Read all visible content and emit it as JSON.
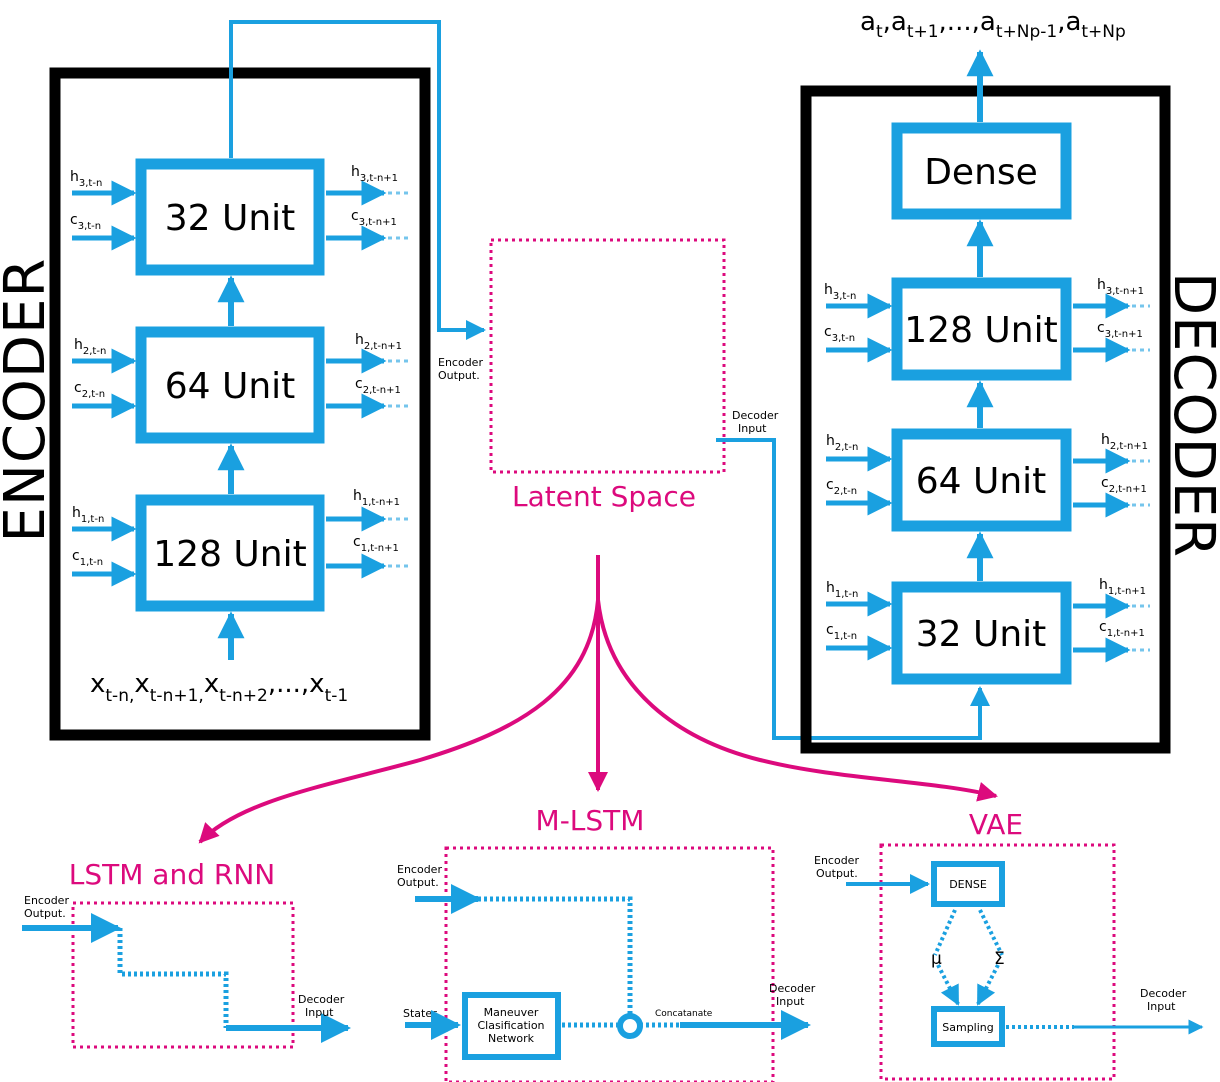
{
  "colors": {
    "blue": "#1aa0e0",
    "magenta": "#dc0a7d",
    "black": "#000000"
  },
  "encoder": {
    "title": "ENCODER",
    "layers": [
      "32 Unit",
      "64 Unit",
      "128 Unit"
    ],
    "inputs": {
      "x1": "x",
      "x1sub": "t-n,",
      "x2": "x",
      "x2sub": "t-n+1,",
      "x3": "x",
      "x3sub": "t-n+2",
      "dots": ",...,",
      "x4": "x",
      "x4sub": "t-1"
    },
    "states_in": [
      {
        "h": "h",
        "hsub": "3,t-n",
        "c": "c",
        "csub": "3,t-n"
      },
      {
        "h": "h",
        "hsub": "2,t-n",
        "c": "c",
        "csub": "2,t-n"
      },
      {
        "h": "h",
        "hsub": "1,t-n",
        "c": "c",
        "csub": "1,t-n"
      }
    ],
    "states_out": [
      {
        "h": "h",
        "hsub": "3,t-n+1",
        "c": "c",
        "csub": "3,t-n+1"
      },
      {
        "h": "h",
        "hsub": "2,t-n+1",
        "c": "c",
        "csub": "2,t-n+1"
      },
      {
        "h": "h",
        "hsub": "1,t-n+1",
        "c": "c",
        "csub": "1,t-n+1"
      }
    ]
  },
  "decoder": {
    "title": "DECODER",
    "dense": "Dense",
    "layers": [
      "128 Unit",
      "64 Unit",
      "32 Unit"
    ],
    "states_in": [
      {
        "h": "h",
        "hsub": "3,t-n",
        "c": "c",
        "csub": "3,t-n"
      },
      {
        "h": "h",
        "hsub": "2,t-n",
        "c": "c",
        "csub": "2,t-n"
      },
      {
        "h": "h",
        "hsub": "1,t-n",
        "c": "c",
        "csub": "1,t-n"
      }
    ],
    "states_out": [
      {
        "h": "h",
        "hsub": "3,t-n+1",
        "c": "c",
        "csub": "3,t-n+1"
      },
      {
        "h": "h",
        "hsub": "2,t-n+1",
        "c": "c",
        "csub": "2,t-n+1"
      },
      {
        "h": "h",
        "hsub": "1,t-n+1",
        "c": "c",
        "csub": "1,t-n+1"
      }
    ],
    "outputs": {
      "a1": "a",
      "a1sub": "t",
      "a2": ",a",
      "a2sub": "t+1",
      "dots": ",...,a",
      "a3sub": "t+Np-1",
      "a4": ",a",
      "a4sub": "t+Np"
    }
  },
  "latent": {
    "label": "Latent Space",
    "enc_out_1": "Encoder",
    "enc_out_2": "Output.",
    "dec_in_1": "Decoder",
    "dec_in_2": "Input"
  },
  "variants": {
    "lstm": {
      "title": "LSTM and RNN",
      "in_1": "Encoder",
      "in_2": "Output.",
      "out_1": "Decoder",
      "out_2": "Input"
    },
    "mlstm": {
      "title": "M-LSTM",
      "in_1": "Encoder",
      "in_2": "Output.",
      "states": "States",
      "net_1": "Maneuver",
      "net_2": "Clasification",
      "net_3": "Network",
      "concat": "Concatanate",
      "out_1": "Decoder",
      "out_2": "Input"
    },
    "vae": {
      "title": "VAE",
      "in_1": "Encoder",
      "in_2": "Output.",
      "dense": "DENSE",
      "mu": "μ",
      "sigma": "Σ",
      "sampling": "Sampling",
      "out_1": "Decoder",
      "out_2": "Input"
    }
  }
}
